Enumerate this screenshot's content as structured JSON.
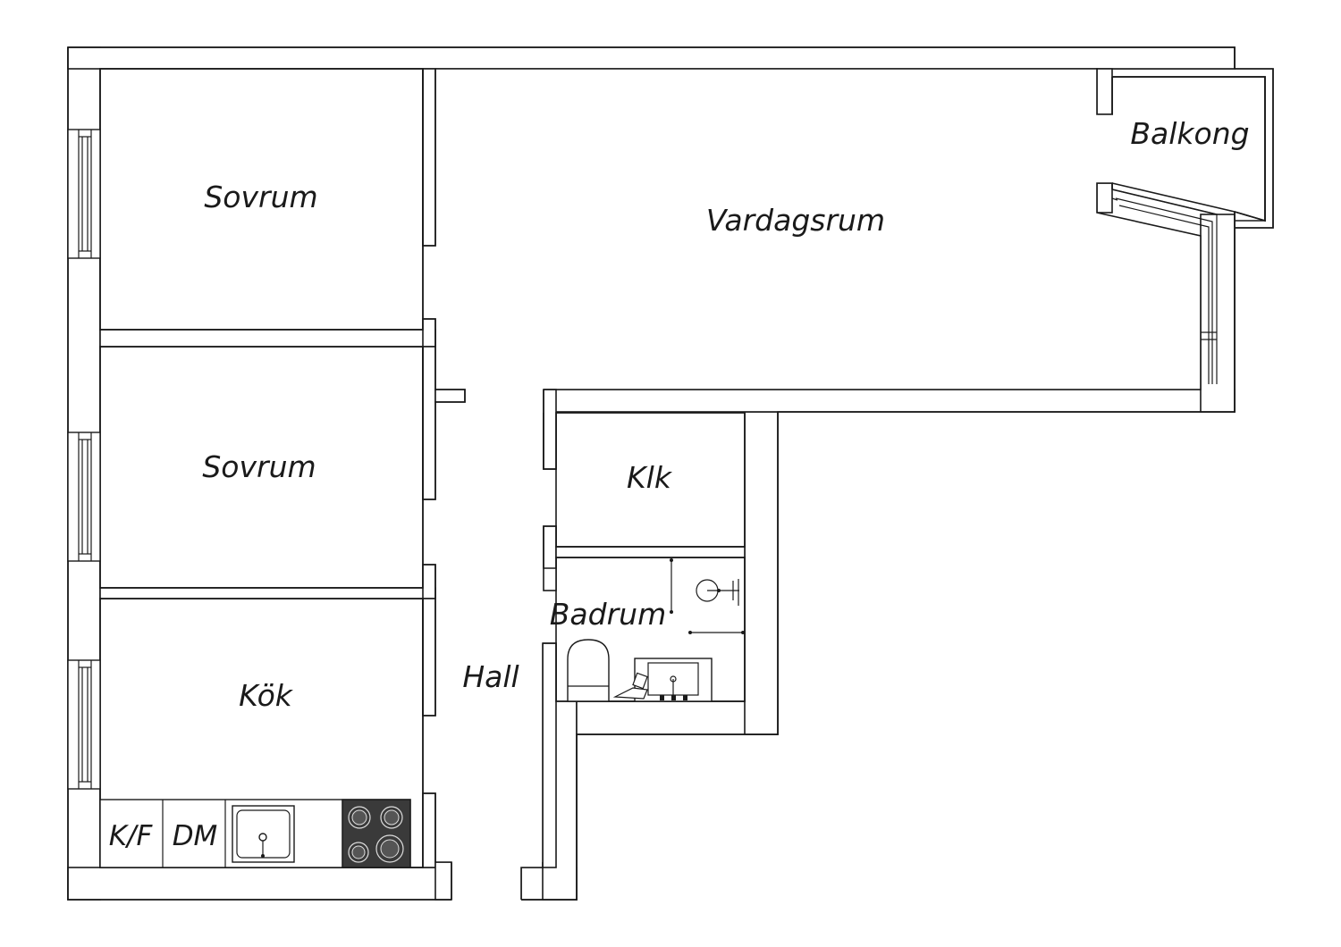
{
  "rooms": {
    "sovrum_1": "Sovrum",
    "sovrum_2": "Sovrum",
    "vardagsrum": "Vardagsrum",
    "balkong": "Balkong",
    "klk": "Klk",
    "badrum": "Badrum",
    "hall": "Hall",
    "kok": "Kök"
  },
  "appliances": {
    "fridge_freezer": "K/F",
    "dishwasher": "DM"
  },
  "icons": {
    "sink": "kitchen-sink-icon",
    "stove": "stove-icon",
    "toilet": "toilet-icon",
    "washbasin": "washbasin-icon",
    "shower": "shower-icon"
  },
  "colors": {
    "wall": "#1a1a1a",
    "background": "#ffffff",
    "stove_top": "#3a3a3a"
  }
}
